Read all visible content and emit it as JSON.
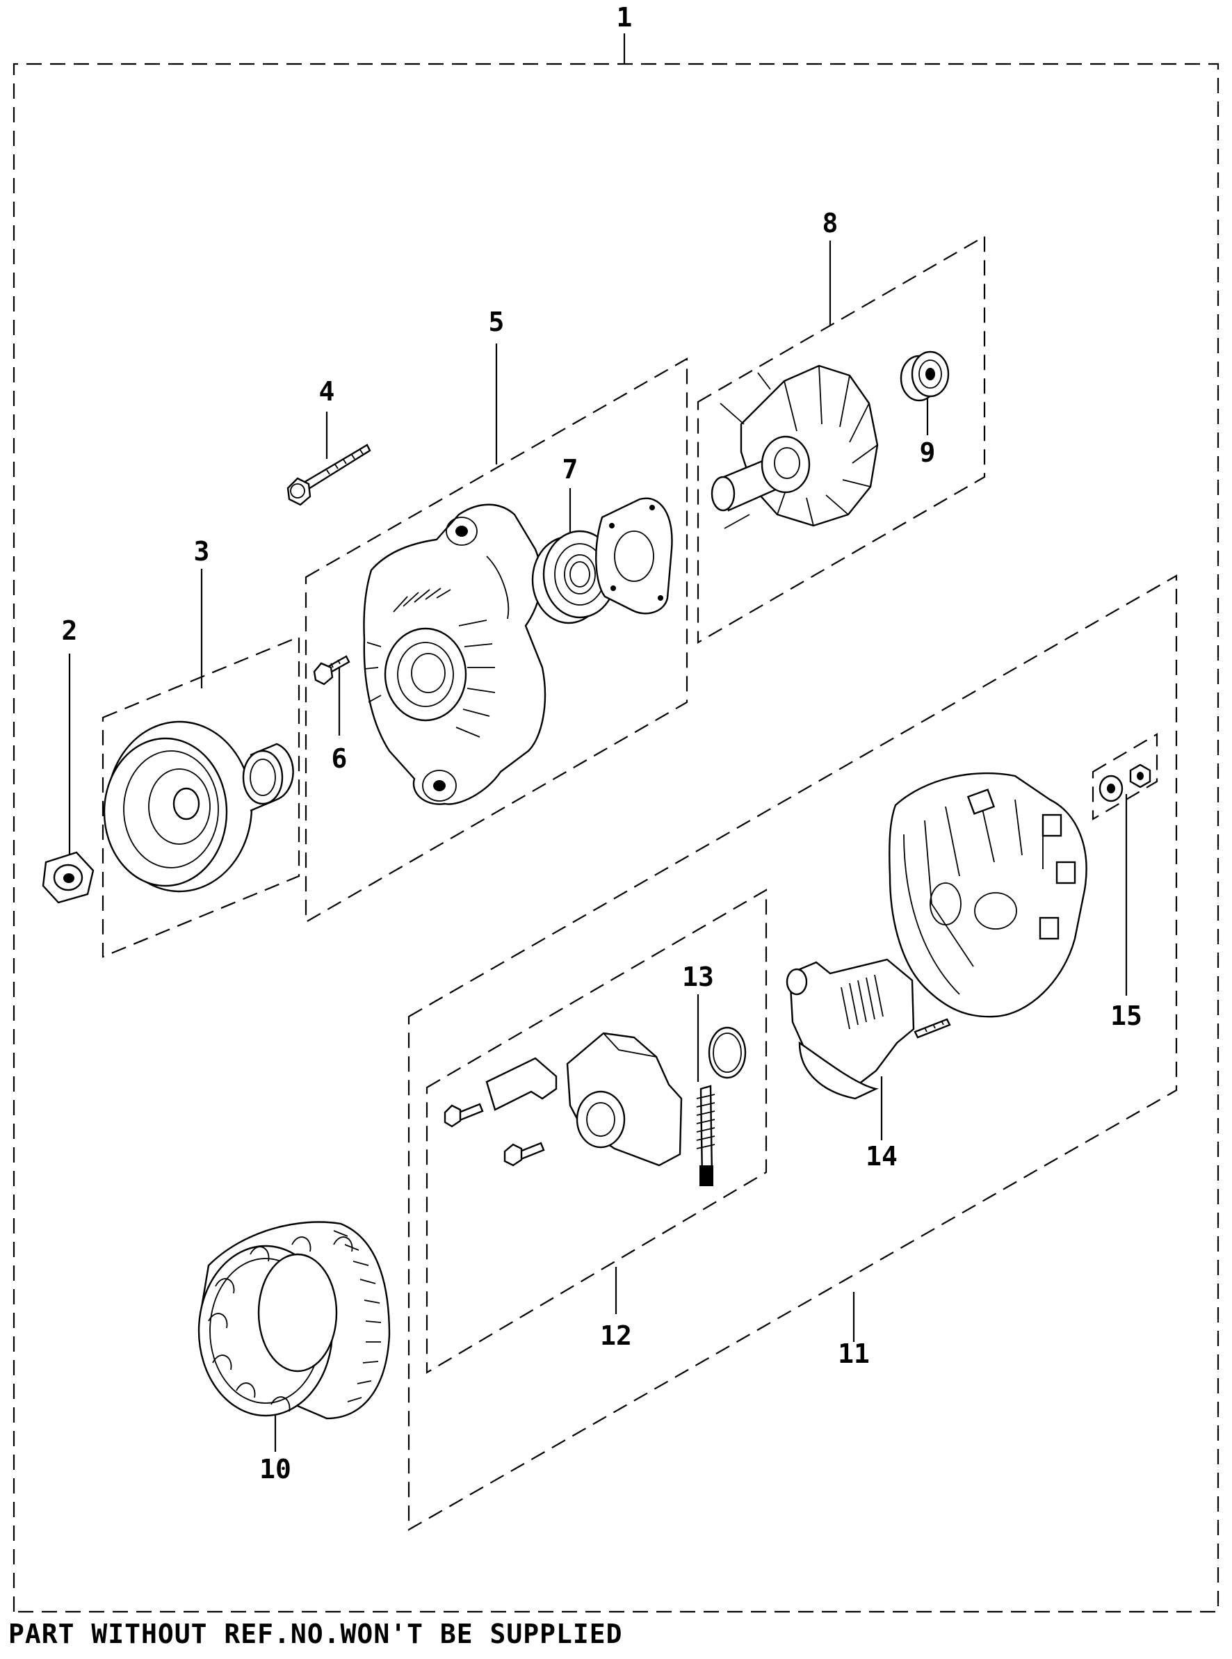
{
  "diagram": {
    "callouts": {
      "c1": "1",
      "c2": "2",
      "c3": "3",
      "c4": "4",
      "c5": "5",
      "c6": "6",
      "c7": "7",
      "c8": "8",
      "c9": "9",
      "c10": "10",
      "c11": "11",
      "c12": "12",
      "c13": "13",
      "c14": "14",
      "c15": "15"
    },
    "footer_note": "PART WITHOUT REF.NO.WON'T BE SUPPLIED"
  }
}
